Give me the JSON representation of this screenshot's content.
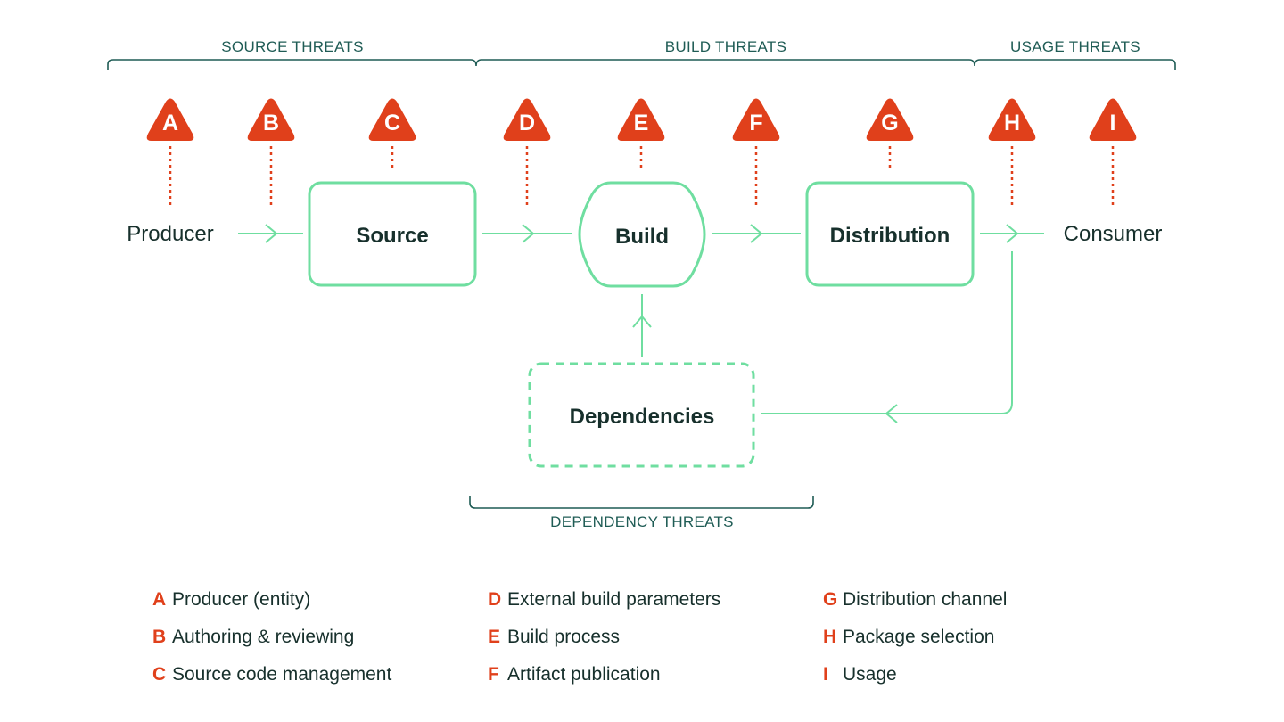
{
  "groups": {
    "source": "SOURCE THREATS",
    "build": "BUILD THREATS",
    "usage": "USAGE THREATS",
    "dependency": "DEPENDENCY THREATS"
  },
  "nodes": {
    "producer": "Producer",
    "source": "Source",
    "build": "Build",
    "distribution": "Distribution",
    "consumer": "Consumer",
    "dependencies": "Dependencies"
  },
  "threats": [
    {
      "letter": "A",
      "label": "Producer (entity)"
    },
    {
      "letter": "B",
      "label": "Authoring & reviewing"
    },
    {
      "letter": "C",
      "label": "Source code management"
    },
    {
      "letter": "D",
      "label": "External build parameters"
    },
    {
      "letter": "E",
      "label": "Build process"
    },
    {
      "letter": "F",
      "label": "Artifact publication"
    },
    {
      "letter": "G",
      "label": "Distribution channel"
    },
    {
      "letter": "H",
      "label": "Package selection"
    },
    {
      "letter": "I",
      "label": "Usage"
    }
  ],
  "colors": {
    "threat": "#e0401b",
    "node_stroke": "#6fdea0",
    "group_text": "#1f5c55",
    "text": "#17302c"
  }
}
